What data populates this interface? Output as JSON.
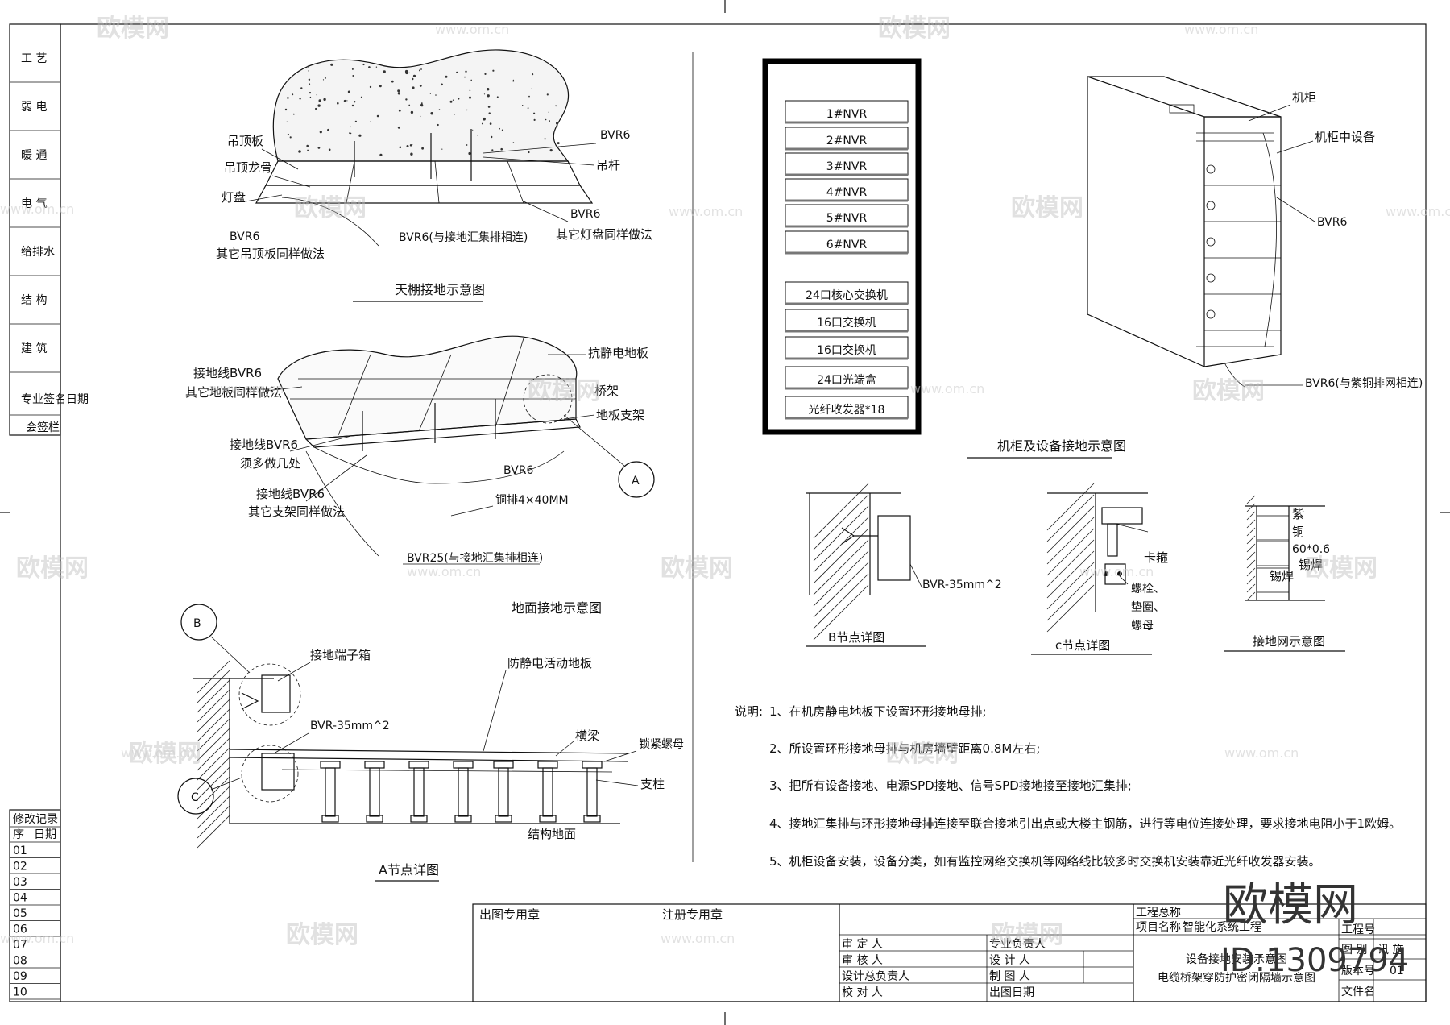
{
  "side_disciplines": [
    "工 艺",
    "弱 电",
    "暖 通",
    "电 气",
    "给排水",
    "结 构",
    "建 筑"
  ],
  "side_sign": {
    "specialty": "专业",
    "name": "签名",
    "date": "日期",
    "countersign": "会签栏"
  },
  "revisions": {
    "title": "修改记录",
    "col_no": "序",
    "col_date": "日期",
    "rows": [
      "01",
      "02",
      "03",
      "04",
      "05",
      "06",
      "07",
      "08",
      "09",
      "10"
    ]
  },
  "ceiling": {
    "labels": [
      "吊顶板",
      "吊顶龙骨",
      "灯盘",
      "BVR6",
      "其它吊顶板同样做法",
      "BVR6",
      "吊杆",
      "BVR6",
      "其它灯盘同样做法",
      "BVR6(与接地汇集排相连)"
    ],
    "title": "天棚接地示意图"
  },
  "floor": {
    "labels": [
      "接地线BVR6",
      "其它地板同样做法",
      "抗静电地板",
      "桥架",
      "地板支架",
      "接地线BVR6",
      "须多做几处",
      "BVR6",
      "接地线BVR6",
      "其它支架同样做法",
      "铜排4×40MM",
      "BVR25(与接地汇集排相连)",
      "A"
    ],
    "title": "地面接地示意图"
  },
  "node_a": {
    "labels": [
      "B",
      "接地端子箱",
      "防静电活动地板",
      "BVR-35mm^2",
      "横梁",
      "锁紧螺母",
      "C",
      "支柱",
      "结构地面"
    ],
    "title": "A节点详图"
  },
  "rack_list": {
    "items": [
      "1#NVR",
      "2#NVR",
      "3#NVR",
      "4#NVR",
      "5#NVR",
      "6#NVR",
      "24口核心交换机",
      "16口交换机",
      "16口交换机",
      "24口光端盒",
      "光纤收发器*18"
    ]
  },
  "cabinet": {
    "labels": [
      "机柜",
      "机柜中设备",
      "BVR6",
      "BVR6(与紫铜排网相连)"
    ],
    "title": "机柜及设备接地示意图"
  },
  "node_b": {
    "labels": [
      "BVR-35mm^2"
    ],
    "title": "B节点详图"
  },
  "node_c": {
    "labels": [
      "卡箍",
      "螺栓、",
      "垫圈、",
      "螺母"
    ],
    "title": "c节点详图"
  },
  "grid_detail": {
    "labels": [
      "紫",
      "铜",
      "60*0.6",
      "锡焊",
      "锡焊"
    ],
    "title": "接地网示意图"
  },
  "notes": {
    "lead": "说明:",
    "items": [
      "1、在机房静电地板下设置环形接地母排;",
      "2、所设置环形接地母排与机房墙壁距离0.8M左右;",
      "3、把所有设备接地、电源SPD接地、信号SPD接地接至接地汇集排;",
      "4、接地汇集排与环形接地母排连接至联合接地引出点或大楼主钢筋，进行等电位连接处理，要求接地电阻小于1欧姆。",
      "5、机柜设备安装，设备分类，如有监控网络交换机等网络线比较多时交换机安装靠近光纤收发器安装。"
    ]
  },
  "title_block": {
    "stamp_out": "出图专用章",
    "stamp_reg": "注册专用章",
    "role_left": [
      "审 定 人",
      "审 核 人",
      "设计总负责人",
      "校 对 人"
    ],
    "role_mid": [
      "专业负责人",
      "设 计 人",
      "制 图 人",
      "出图日期"
    ],
    "project_total": "工程总称",
    "project_name_label": "项目名称",
    "project_name": "智能化系统工程",
    "drawing_title_1": "设备接地安装示意图",
    "drawing_title_2": "电缆桥架穿防护密闭隔墙示意图",
    "right_labels": [
      "工程号",
      "图 别",
      "版本号",
      "文件名"
    ],
    "discipline": "讯 施",
    "version": "01"
  },
  "watermark": {
    "brand": "欧模网",
    "url": "www.om.cn",
    "id_label": "ID:1309794"
  }
}
